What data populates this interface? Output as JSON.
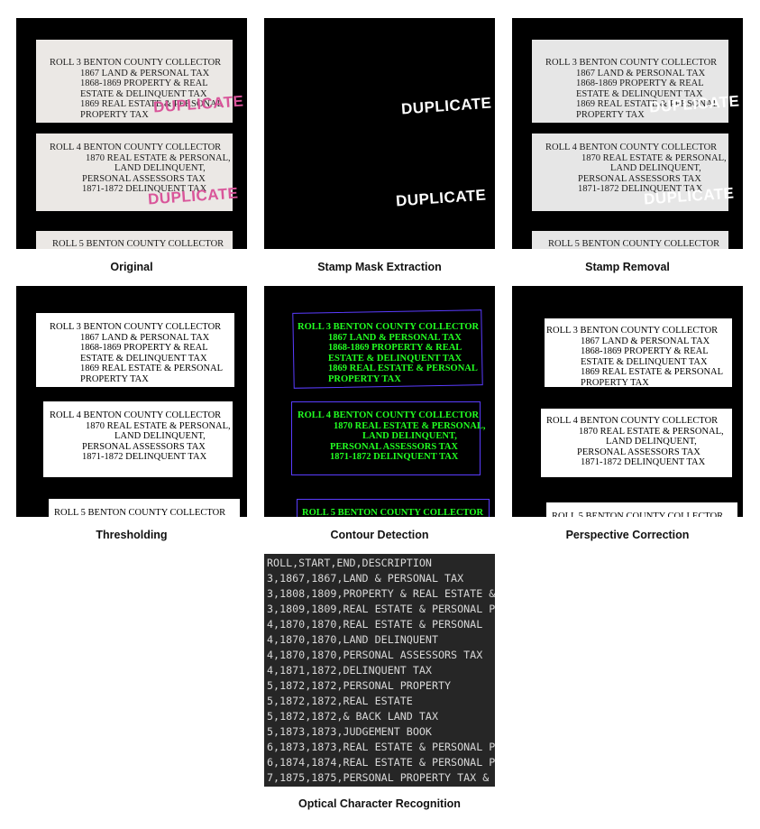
{
  "captions": {
    "original": "Original",
    "stamp_mask": "Stamp Mask Extraction",
    "stamp_removal": "Stamp Removal",
    "thresholding": "Thresholding",
    "contour": "Contour Detection",
    "perspective": "Perspective Correction",
    "ocr": "Optical Character Recognition"
  },
  "card1": {
    "l1": "ROLL 3 BENTON COUNTY COLLECTOR",
    "l2": "1867 LAND & PERSONAL TAX",
    "l3": "1868-1869 PROPERTY & REAL",
    "l4": "ESTATE & DELINQUENT TAX",
    "l5": "1869 REAL ESTATE & PERSONAL",
    "l6": "PROPERTY TAX"
  },
  "card2": {
    "l1": "ROLL 4 BENTON COUNTY COLLECTOR",
    "l2": "1870 REAL ESTATE & PERSONAL,",
    "l3": "LAND DELINQUENT,",
    "l4": "PERSONAL ASSESSORS TAX",
    "l5": "1871-1872 DELINQUENT TAX"
  },
  "card3": {
    "l1": "ROLL 5 BENTON COUNTY COLLECTOR"
  },
  "stamp_text": "DUPLICATE",
  "ocr_lines": [
    "ROLL,START,END,DESCRIPTION",
    "3,1867,1867,LAND & PERSONAL TAX",
    "3,1808,1809,PROPERTY & REAL ESTATE &",
    "3,1809,1809,REAL ESTATE & PERSONAL P",
    "4,1870,1870,REAL ESTATE & PERSONAL",
    "4,1870,1870,LAND DELINQUENT",
    "4,1870,1870,PERSONAL ASSESSORS TAX",
    "4,1871,1872,DELINQUENT TAX",
    "5,1872,1872,PERSONAL PROPERTY",
    "5,1872,1872,REAL ESTATE",
    "5,1872,1872,& BACK LAND TAX",
    "5,1873,1873,JUDGEMENT BOOK",
    "6,1873,1873,REAL ESTATE & PERSONAL P",
    "6,1874,1874,REAL ESTATE & PERSONAL P",
    "7,1875,1875,PERSONAL PROPERTY TAX &"
  ],
  "colors": {
    "stamp_pink": "#d9559a",
    "contour_green": "#22ff22",
    "contour_box": "#5a3cff",
    "background_black": "#000000",
    "ocr_bg": "#262626"
  }
}
